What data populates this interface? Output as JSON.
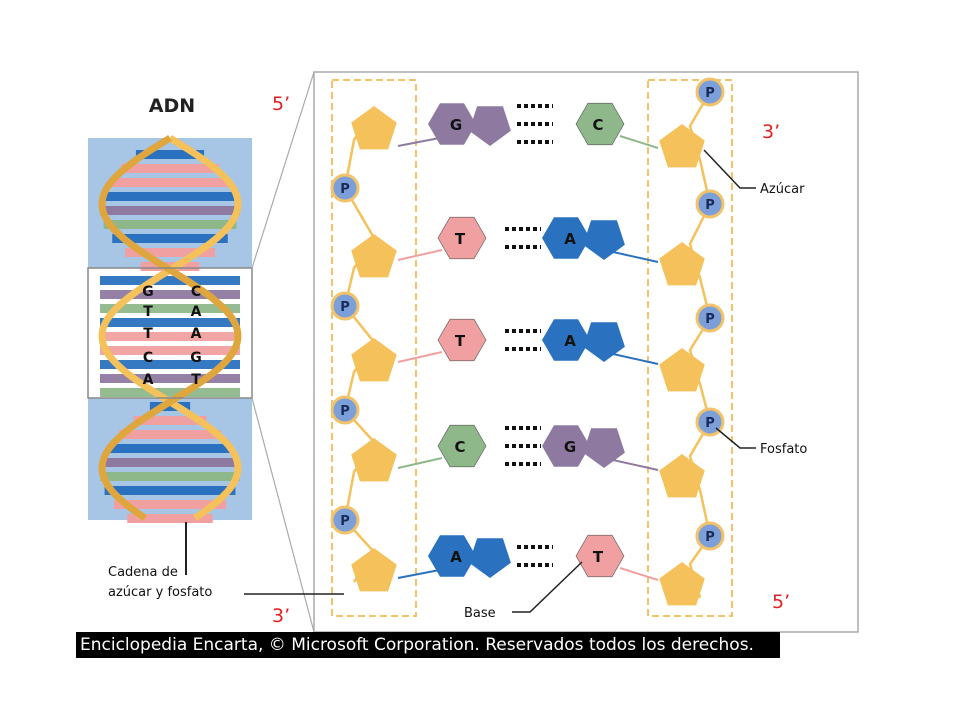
{
  "diagram": {
    "title": "ADN",
    "labels": {
      "sugar": "Azúcar",
      "phosphate": "Fosfato",
      "base": "Base",
      "backbone": "Cadena de\nazúcar y fosfato",
      "phosphate_symbol": "P"
    },
    "ends": {
      "left_top": "5’",
      "left_bottom": "3’",
      "right_top": "3’",
      "right_bottom": "5’"
    },
    "base_pairs": [
      {
        "left": "G",
        "right": "C"
      },
      {
        "left": "T",
        "right": "A"
      },
      {
        "left": "T",
        "right": "A"
      },
      {
        "left": "C",
        "right": "G"
      },
      {
        "left": "A",
        "right": "T"
      }
    ],
    "helix_zoom_pairs": [
      {
        "left": "G",
        "right": "C"
      },
      {
        "left": "T",
        "right": "A"
      },
      {
        "left": "T",
        "right": "A"
      },
      {
        "left": "C",
        "right": "G"
      },
      {
        "left": "A",
        "right": "T"
      }
    ],
    "colors": {
      "G": "#8e7aa0",
      "C": "#8fb88a",
      "T": "#f0a0a0",
      "A": "#2a72c0",
      "sugar": "#f5c15a",
      "phosphate": "#7c9fd9",
      "phosphate_ring": "#f2c36a",
      "helix_background": "#a7c6e6",
      "end_label": "#e02020"
    }
  },
  "credit": "Enciclopedia Encarta, © Microsoft Corporation. Reservados todos los derechos."
}
